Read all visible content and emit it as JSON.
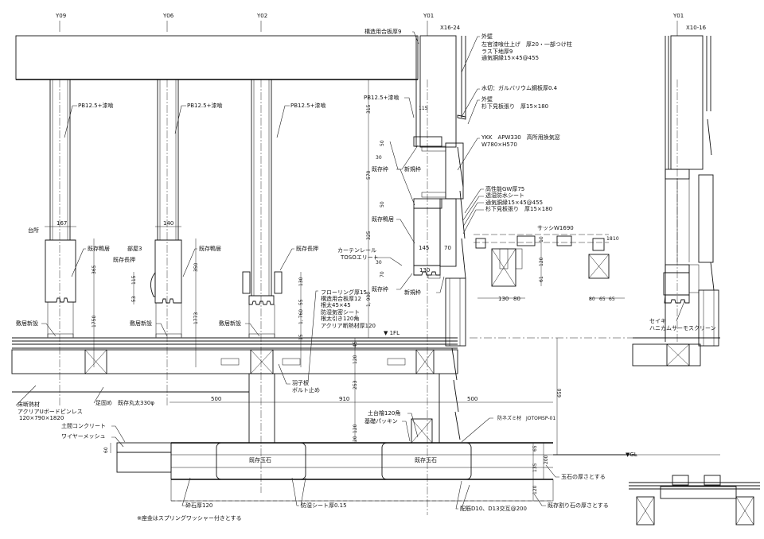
{
  "title": "矩計詳細図（断面）",
  "grid": {
    "y09": "Y09",
    "y06": "Y06",
    "y02": "Y02",
    "y01": "Y01",
    "x16_24": "X16-24",
    "y01_right": "Y01",
    "x10_16": "X10-16"
  },
  "wall_notes": {
    "plywood": "構造用合板厚9",
    "exterior_wall_1": "外壁",
    "plaster": "左官漆喰仕上げ　厚20・一部つけ柱",
    "lath": "ラス下地厚9",
    "furring_1": "通気胴縁15×45@455",
    "flashing": "水切：ガルバリウム鋼板厚0.4",
    "exterior_wall_2": "外壁",
    "cedar_1": "杉下見板張り　厚15×180",
    "window": "YKK　APW330　高所用換気窓",
    "window_size": "W780×H570",
    "gw": "高性能GW厚75",
    "membrane": "透湿防水シート",
    "furring_2": "通気胴縁15×45@455",
    "cedar_2": "杉下見板張り　厚15×180",
    "sash": "サッシW1690"
  },
  "interior_notes": {
    "pb_1": "PB12.5+漆喰",
    "pb_2": "PB12.5+漆喰",
    "pb_3": "PB12.5+漆喰",
    "pb_4": "PB12.5+漆喰",
    "kitchen": "台所",
    "room3": "部屋3",
    "kamoi_1": "既存鴨居",
    "nageshi_1": "既存長押",
    "kamoi_2": "既存鴨居",
    "nageshi_2": "既存長押",
    "shikii_1": "敷居新設",
    "shikii_2": "敷居新設",
    "shikii_3": "敷居新設",
    "curtain_rail": "カーテンレール",
    "tosoelite": "TOSOエリート",
    "frame_old_1": "既存枠",
    "frame_new_1": "新規枠",
    "kamoi_3": "既存鴨居",
    "frame_old_2": "既存枠",
    "frame_new_2": "新規枠",
    "fl": "▼ 1FL",
    "flooring": "フローリング厚15",
    "ply12": "構造用合板厚12",
    "joist": "根太45×45",
    "vapor": "防湿気密シート",
    "beam120": "根太引き120角",
    "aclear": "アクリア断熱材厚120",
    "seiki": "セイキ",
    "honeycomb": "ハニカムサーモスクリーン"
  },
  "floor_notes": {
    "hagoita": "羽子板",
    "bolt": "ボルト止め",
    "floor_ins": "床断熱材",
    "uboard": "アクリアUボードピンレス",
    "uboard_size": "120×790×1820",
    "ashigatame": "足固め　既存丸太330φ",
    "doma": "土間コンクリート",
    "mesh": "ワイヤーメッシュ",
    "dodai": "土台檜120角",
    "packing": "基礎パッキン",
    "rat": "防ネズミ材　JOTOMSP-01",
    "stone_1": "既存玉石",
    "stone_2": "既存玉石",
    "gl": "▼GL",
    "stone_thk": "玉石の厚さとする",
    "split_thk": "既存割り石の厚さとする",
    "gravel": "砕石厚120",
    "moist": "防湿シート厚0.15",
    "rebar": "配筋D10、D13交互@200",
    "washer_note": "※座金はスプリングワッシャー付きとする"
  },
  "dims": {
    "d167": "167",
    "d140": "140",
    "d365": "365",
    "d350": "350",
    "d115": "115",
    "d53": "53",
    "d130": "130",
    "d55": "55",
    "d1750": "1750",
    "d1773": "1773",
    "d1760": "1, 760",
    "d15": "15",
    "d315": "315",
    "d50a": "50",
    "d570": "570",
    "d50b": "50",
    "d325": "325",
    "d70": "70",
    "d1900": "1, 900",
    "d145": "145",
    "d70b": "70",
    "d130b": "130",
    "d115b": "115",
    "d30a": "30",
    "d30b": "30",
    "d500a": "500",
    "d910": "910",
    "d500b": "500",
    "d253": "253",
    "d45": "45",
    "d120a": "120",
    "d120b": "120",
    "d20": "20",
    "d60": "60",
    "d650": "650",
    "d65": "65",
    "d135": "135",
    "d200": "200",
    "d120c": "120",
    "s130": "130",
    "s80": "80",
    "s120": "120",
    "s61": "61",
    "s10": "10",
    "s80b": "80",
    "s65a": "65",
    "s65b": "65",
    "s18": "18",
    "s10b": "10"
  }
}
